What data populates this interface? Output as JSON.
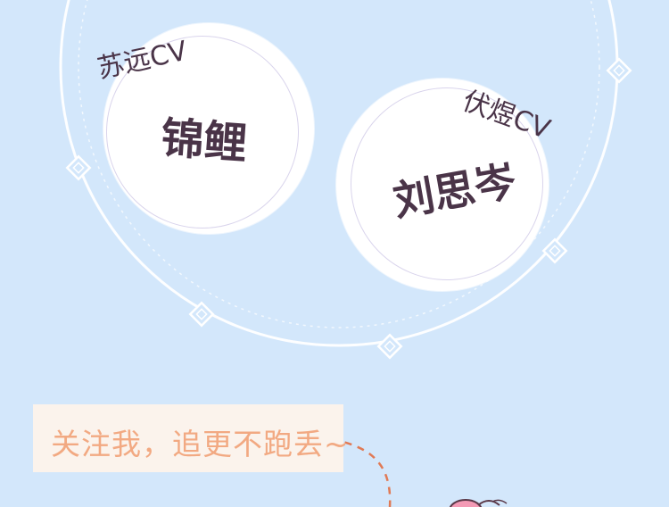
{
  "colors": {
    "background": "#d3e7fb",
    "bubble": "#ffffff",
    "name_text": "#4a3448",
    "follow_text": "#f2a982",
    "follow_box": "#fbf3ec",
    "dash_line": "#e07a55"
  },
  "characters": [
    {
      "name": "锦鲤",
      "cv": "苏远CV"
    },
    {
      "name": "刘思岑",
      "cv": "伏煜CV"
    }
  ],
  "follow": {
    "text": "关注我，追更不跑丢~"
  },
  "icons": {
    "diamond": "diamond-ornament-icon",
    "mascot": "pink-mascot-icon"
  }
}
